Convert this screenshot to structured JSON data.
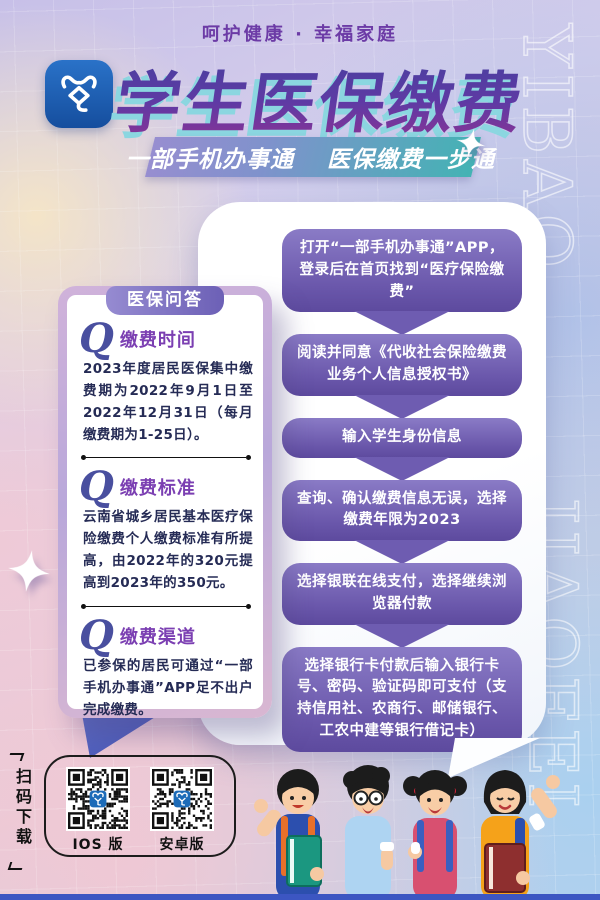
{
  "header": {
    "tagline": "呵护健康 · 幸福家庭",
    "title": "学生医保缴费",
    "banner": "一部手机办事通　 医保缴费一步通",
    "logo_icon": "banshitong-app-logo"
  },
  "watermark": {
    "line1": "YIBAO",
    "line2": "JIAOFEI"
  },
  "qa": {
    "tab_label": "医保问答",
    "items": [
      {
        "icon": "question-q-icon",
        "title": "缴费时间",
        "body": "2023年度居民医保集中缴费期为2022年9月1日至2022年12月31日（每月缴费期为1-25日）。"
      },
      {
        "icon": "question-q-icon",
        "title": "缴费标准",
        "body": "云南省城乡居民基本医疗保险缴费个人缴费标准有所提高，由2022年的320元提高到2023年的350元。"
      },
      {
        "icon": "question-q-icon",
        "title": "缴费渠道",
        "body": "已参保的居民可通过“一部手机办事通”APP足不出户完成缴费。"
      }
    ]
  },
  "flow": {
    "steps": [
      "打开“一部手机办事通”APP，登录后在首页找到“医疗保险缴费”",
      "阅读并同意《代收社会保险缴费业务个人信息授权书》",
      "输入学生身份信息",
      "查询、确认缴费信息无误，选择缴费年限为2023",
      "选择银联在线支付，选择继续浏览器付款",
      "选择银行卡付款后输入银行卡号、密码、验证码即可支付（支持信用社、农商行、邮储银行、工农中建等银行借记卡）"
    ]
  },
  "download": {
    "scan_label": "扫码下载",
    "qr_codes": [
      {
        "icon": "qr-code-ios",
        "label": "IOS 版"
      },
      {
        "icon": "qr-code-android",
        "label": "安卓版"
      }
    ]
  },
  "colors": {
    "brand_purple": "#6c3ba6",
    "title_gradient_top": "#46409f",
    "title_gradient_bottom": "#8d3394",
    "title_shadow_teal": "#8bd6e0",
    "banner_teal": "#43b3b4",
    "flow_box_purple": "#6a57ab",
    "logo_blue": "#1c5cab",
    "qa_border_mauve": "#c9aed8",
    "bottom_strip_blue": "#3c56c2"
  }
}
